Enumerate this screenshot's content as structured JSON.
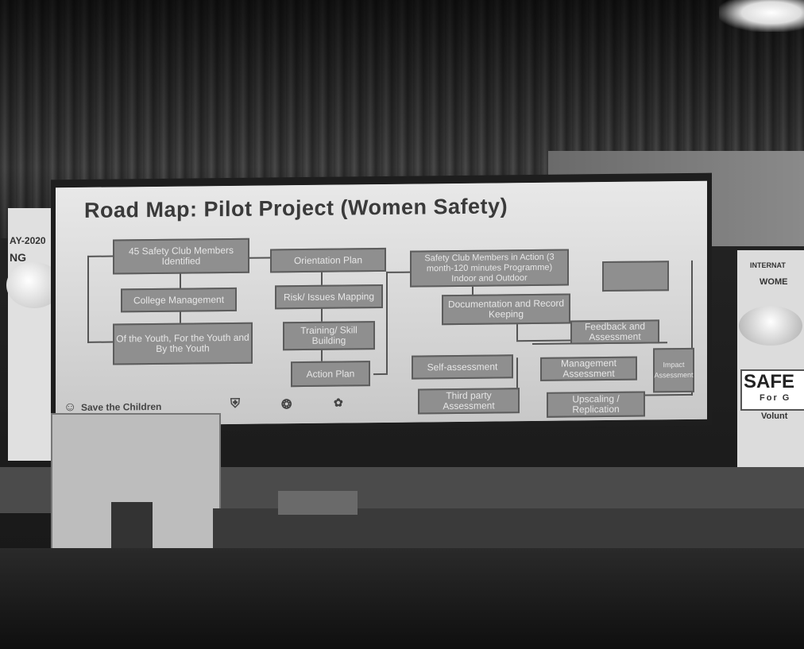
{
  "photo": {
    "slide": {
      "title": "Road Map: Pilot Project (Women Safety)",
      "nodes": {
        "club_members": "45 Safety Club Members Identified",
        "college_mgmt": "College Management",
        "of_the_youth": "Of the Youth, For the Youth and By the Youth",
        "orientation": "Orientation Plan",
        "risk_mapping": "Risk/ Issues Mapping",
        "training": "Training/ Skill Building",
        "action_plan": "Action Plan",
        "in_action": "Safety Club Members in Action (3 month-120 minutes Programme) Indoor and Outdoor",
        "documentation": "Documentation and Record Keeping",
        "feedback": "Feedback and Assessment",
        "self_assessment": "Self-assessment",
        "third_party": "Third party Assessment",
        "management_assessment": "Management Assessment",
        "upscaling": "Upscaling / Replication",
        "impact": "Impact Assessment"
      },
      "logo_text": "Save the Children"
    },
    "left_banner": {
      "line1": "AY-2020",
      "line2": "NG"
    },
    "right_banner": {
      "line1": "INTERNAT",
      "line2": "WOME",
      "safe": "SAFE",
      "for": "For G",
      "volunteer": "Volunt"
    }
  }
}
